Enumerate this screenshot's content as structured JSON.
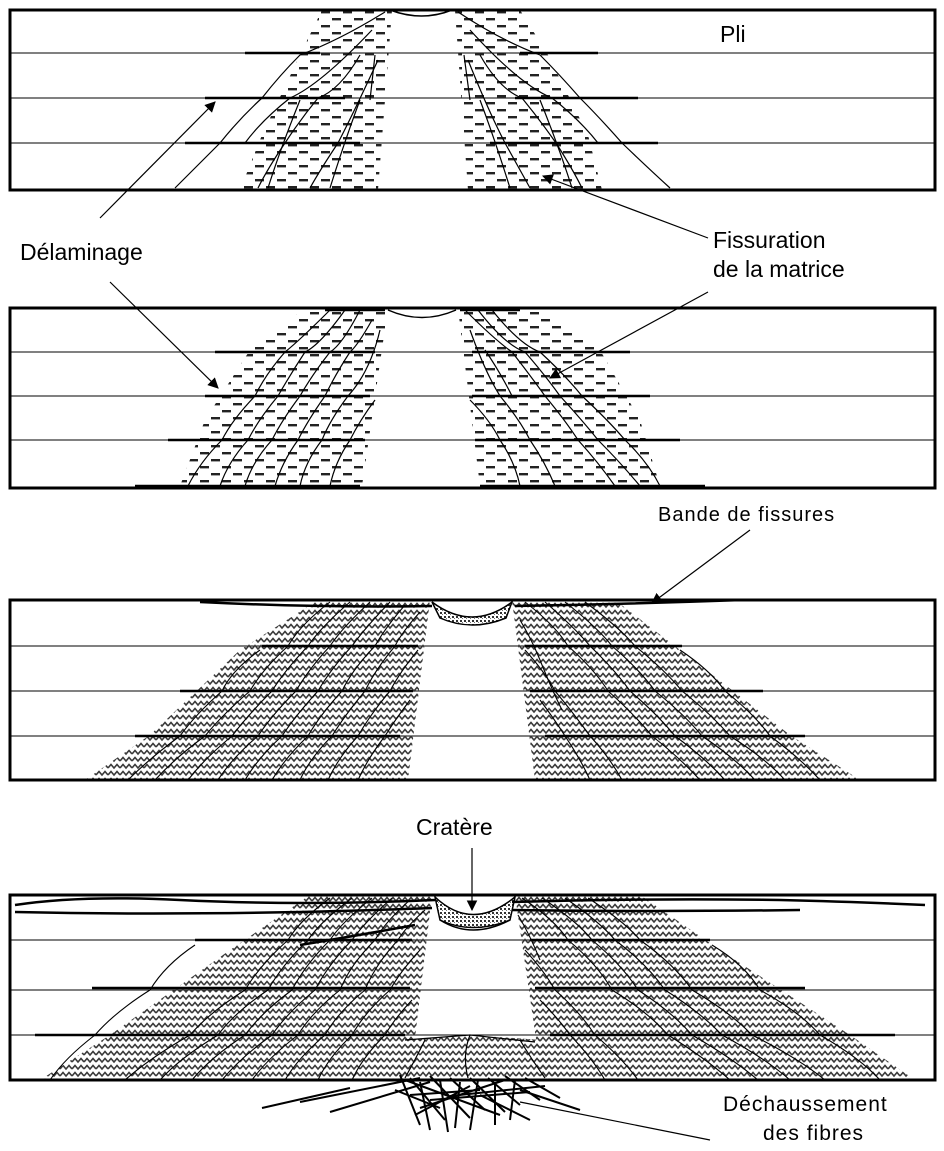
{
  "labels": {
    "pli": "Pli",
    "delaminage": "Délaminage",
    "fissuration_line1": "Fissuration",
    "fissuration_line2": "de la matrice",
    "bande": "Bande de fissures",
    "cratere": "Cratère",
    "dechaussement_line1": "Déchaussement",
    "dechaussement_line2": "des fibres"
  },
  "stages": [
    {
      "id": 1,
      "texture": "dashes"
    },
    {
      "id": 2,
      "texture": "dashes"
    },
    {
      "id": 3,
      "texture": "zigzag"
    },
    {
      "id": 4,
      "texture": "zigzag"
    }
  ],
  "colors": {
    "ink": "#000000",
    "background": "#ffffff",
    "texture": "#4a4a4a"
  }
}
